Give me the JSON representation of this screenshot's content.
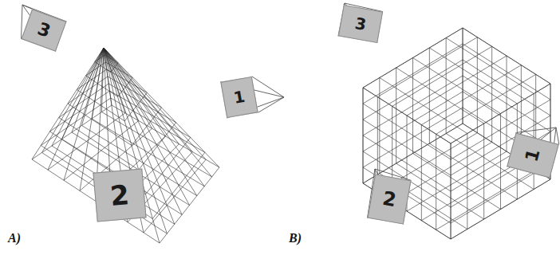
{
  "diagram": {
    "nodes": [
      {
        "text": [
          "3"
        ]
      },
      {
        "text": [
          "1"
        ]
      },
      {
        "text": [
          "2"
        ]
      },
      {
        "text": [
          "3"
        ]
      },
      {
        "text": [
          "1"
        ]
      },
      {
        "text": [
          "2"
        ]
      }
    ],
    "labels": [
      "A)",
      "B)"
    ]
  }
}
